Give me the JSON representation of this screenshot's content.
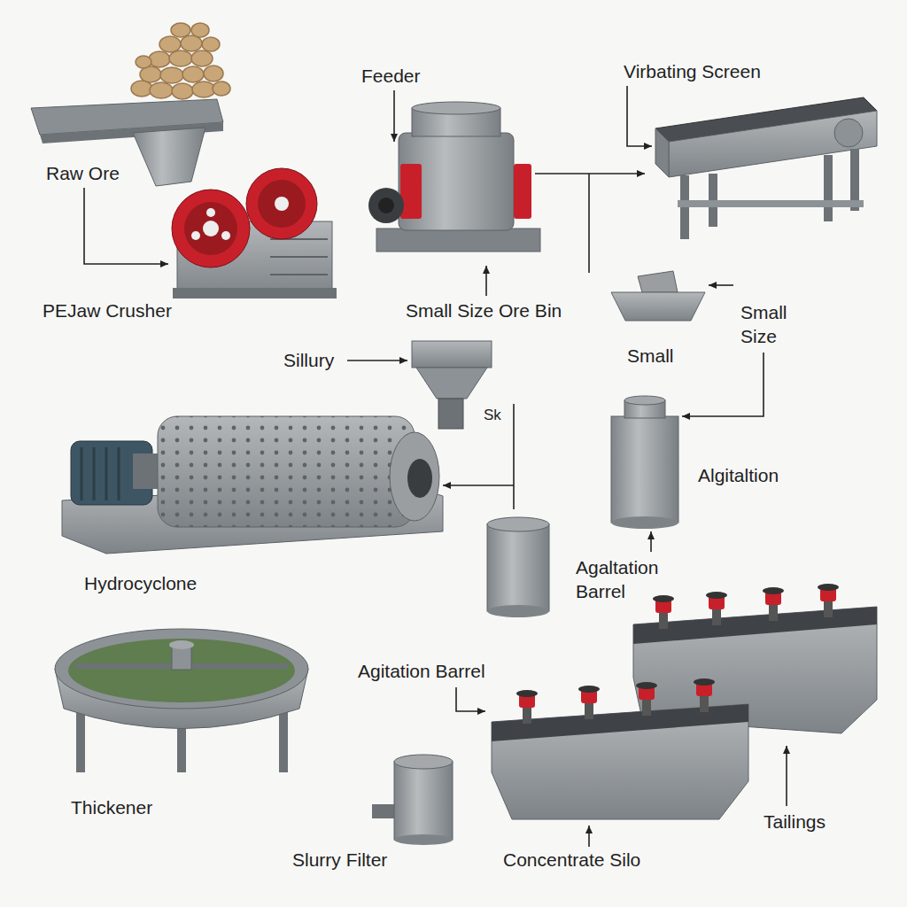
{
  "diagram": {
    "labels": [
      "Feeder",
      "Virbating Screen",
      "Raw Ore",
      "PEJaw Crusher",
      "Small Size Ore Bin",
      "Small Size",
      "Sillury",
      "Small",
      "Sk",
      "Algitaltion",
      "Hydrocyclone",
      "Agaltation Barrel",
      "Agitation Barrel",
      "Thickener",
      "Tailings",
      "Slurry Filter",
      "Concentrate Silo"
    ]
  }
}
